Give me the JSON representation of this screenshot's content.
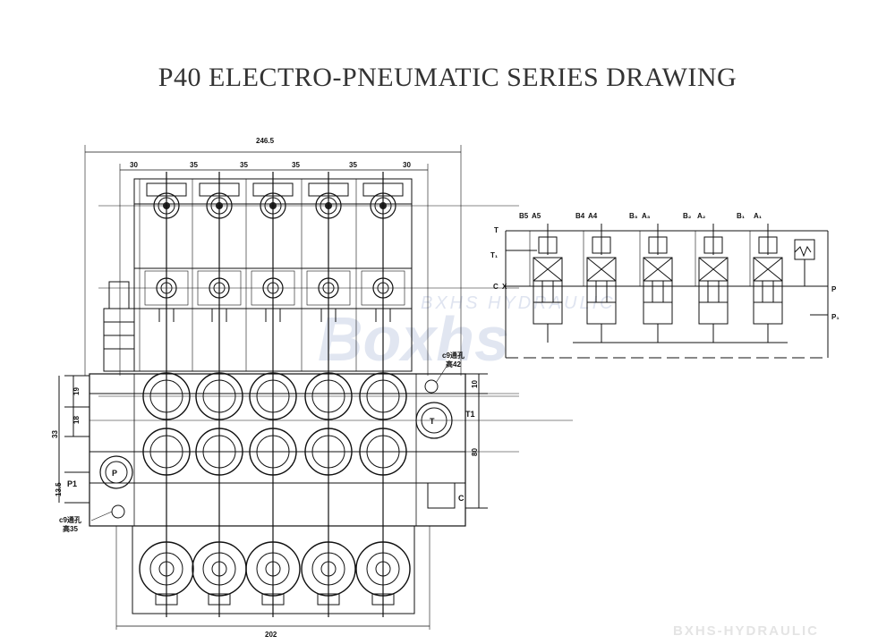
{
  "title": "P40 ELECTRO-PNEUMATIC SERIES DRAWING",
  "dimensions": {
    "overall_width": "246.5",
    "top_segments": [
      "30",
      "35",
      "35",
      "35",
      "35",
      "30"
    ],
    "bottom_width": "202",
    "left_19": "19",
    "left_18": "18",
    "left_33": "33",
    "left_13_5": "13.5",
    "right_10": "10",
    "right_80": "80"
  },
  "port_labels": {
    "P": "P",
    "P1": "P1",
    "T": "T",
    "T1": "T1",
    "C": "C"
  },
  "notes": {
    "hole_top_line1": "c9通孔",
    "hole_top_line2": "高42",
    "hole_bottom_line1": "c9通孔",
    "hole_bottom_line2": "高35"
  },
  "schematic": {
    "top_labels": [
      "B5",
      "A5",
      "B4",
      "A4",
      "B₃",
      "A₃",
      "B₂",
      "A₂",
      "B₁",
      "A₁"
    ],
    "left_labels": [
      "T",
      "T₁",
      "C",
      "X"
    ],
    "right_labels": [
      "P",
      "P₁"
    ]
  },
  "watermarks": {
    "main": "Boxhs",
    "sub": "BXHS HYDRAULIC",
    "corner": "BXHS-HYDRAULIC"
  }
}
